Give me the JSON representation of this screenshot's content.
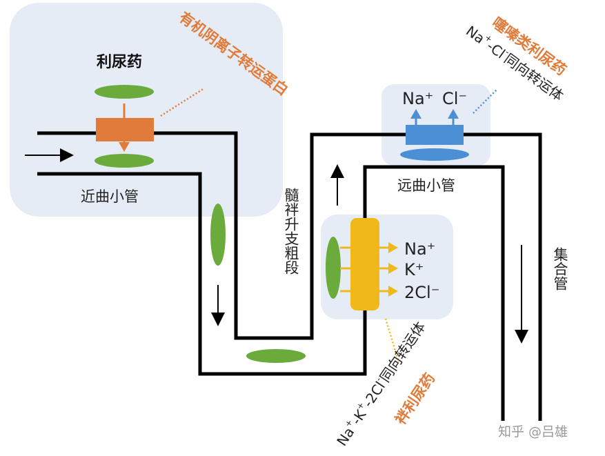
{
  "labels": {
    "drug": "利尿药",
    "proximal_tubule": "近曲小管",
    "ascending_limb": "髓袢升支粗段",
    "distal_tubule": "远曲小管",
    "collecting_duct": "集合管"
  },
  "drug_classes": {
    "thiazide": "噻嗪类利尿药",
    "loop": "袢利尿药",
    "oat": "有机阴离子转运蛋白"
  },
  "transporters": {
    "thiazide_prefix_na": "Na",
    "thiazide_mid": "-Cl",
    "thiazide_suffix": "同向转运体",
    "loop_na": "Na",
    "loop_k": "-K",
    "loop_mid": "-2Cl",
    "loop_suffix": "同向转运体"
  },
  "ions": {
    "distal": [
      "Na⁺",
      "Cl⁻"
    ],
    "loop": [
      "Na⁺",
      "K⁺",
      "2Cl⁻"
    ]
  },
  "superscripts": {
    "plus": "+",
    "minus": "-"
  },
  "watermark": "知乎 @吕雄",
  "colors": {
    "orange": "#e07b39",
    "blue": "#4d8fd4",
    "yellow": "#f0b819",
    "green": "#6aab3b",
    "panel": "#e6ecf6",
    "wall": "#000000"
  }
}
